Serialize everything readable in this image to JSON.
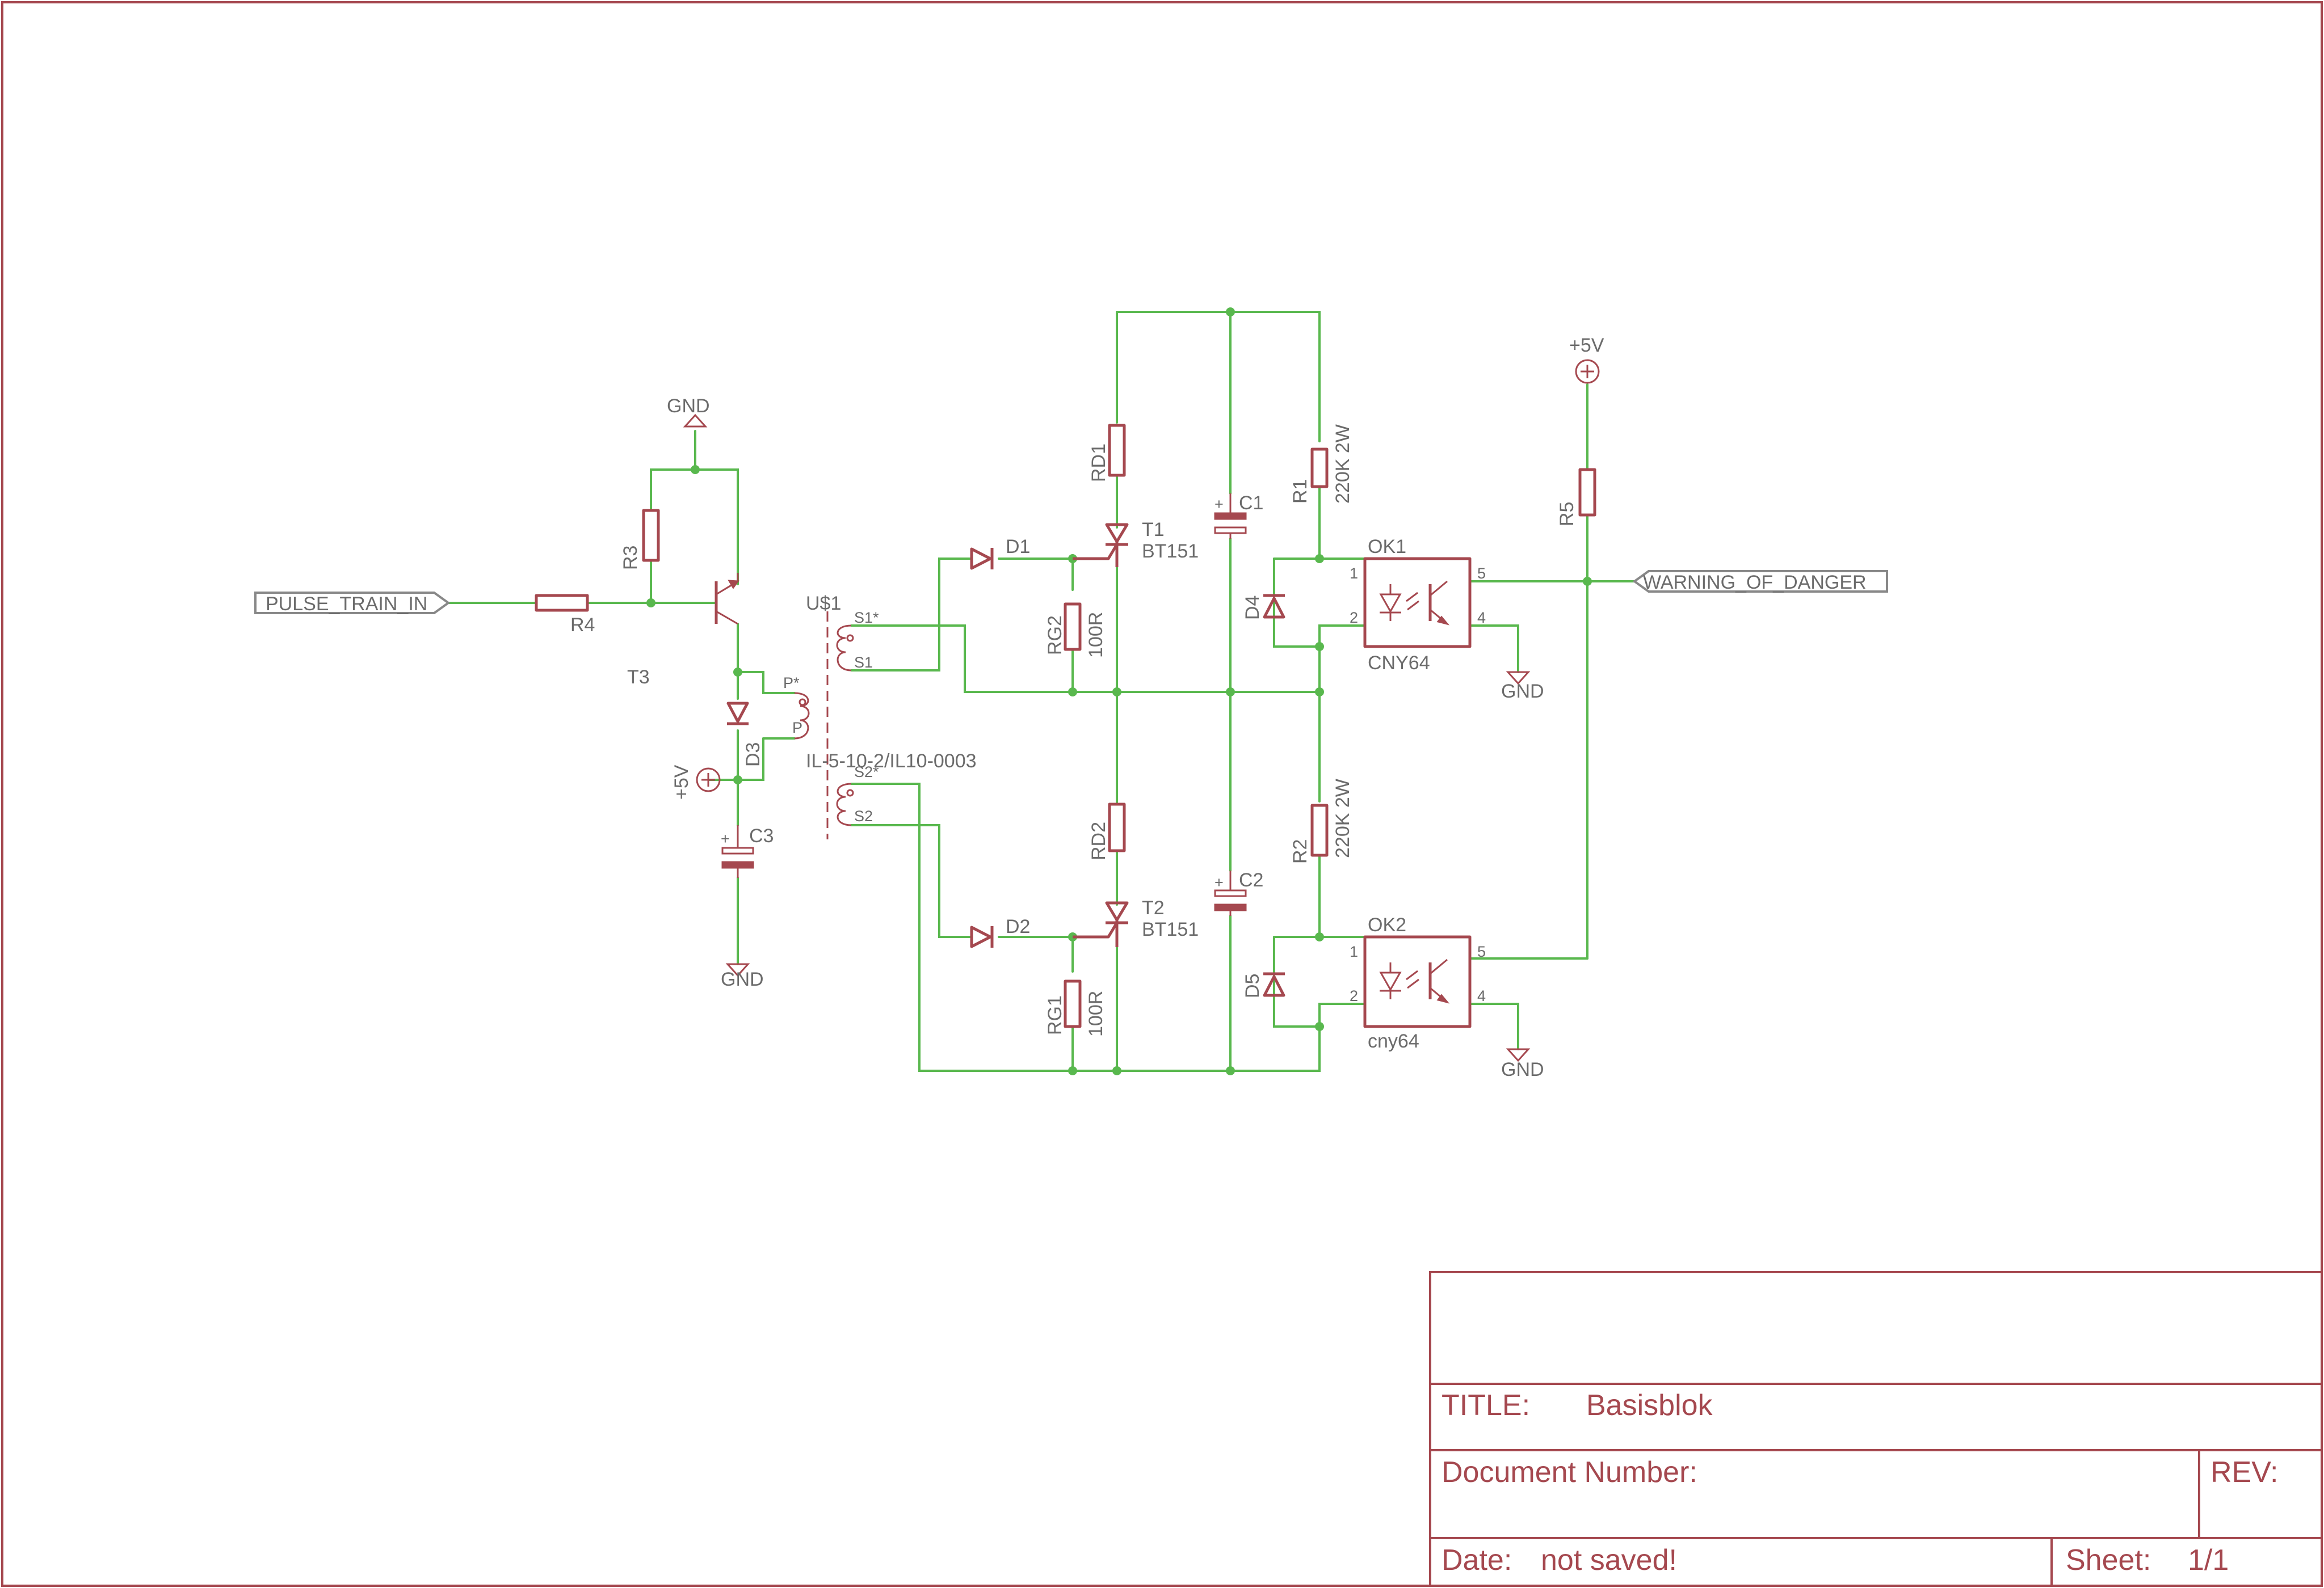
{
  "schematic": {
    "nets": {
      "pulse_in": "PULSE_TRAIN_IN",
      "warning": "WARNING_OF_DANGER",
      "gnd": "GND",
      "vcc": "+5V"
    },
    "components": {
      "R1": {
        "name": "R1",
        "value": "220K 2W"
      },
      "R2": {
        "name": "R2",
        "value": "220K 2W"
      },
      "R3": {
        "name": "R3"
      },
      "R4": {
        "name": "R4"
      },
      "R5": {
        "name": "R5"
      },
      "RD1": {
        "name": "RD1"
      },
      "RD2": {
        "name": "RD2"
      },
      "RG1": {
        "name": "RG1",
        "value": "100R"
      },
      "RG2": {
        "name": "RG2",
        "value": "100R"
      },
      "C1": {
        "name": "C1"
      },
      "C2": {
        "name": "C2"
      },
      "C3": {
        "name": "C3"
      },
      "D1": {
        "name": "D1"
      },
      "D2": {
        "name": "D2"
      },
      "D3": {
        "name": "D3"
      },
      "D4": {
        "name": "D4"
      },
      "D5": {
        "name": "D5"
      },
      "T1": {
        "name": "T1",
        "value": "BT151"
      },
      "T2": {
        "name": "T2",
        "value": "BT151"
      },
      "T3": {
        "name": "T3"
      },
      "U1": {
        "name": "U$1",
        "value": "IL-5-10-2/IL10-0003",
        "pins": {
          "s1star": "S1*",
          "s1": "S1",
          "pstar": "P*",
          "p": "P",
          "s2star": "S2*",
          "s2": "S2"
        }
      },
      "OK1": {
        "name": "OK1",
        "value": "CNY64",
        "pin1": "1",
        "pin2": "2",
        "pin4": "4",
        "pin5": "5"
      },
      "OK2": {
        "name": "OK2",
        "value": "cny64",
        "pin1": "1",
        "pin2": "2",
        "pin4": "4",
        "pin5": "5"
      },
      "plus_sign": "+"
    }
  },
  "title_block": {
    "title_label": "TITLE:",
    "title_value": "Basisblok",
    "doc_number_label": "Document Number:",
    "rev_label": "REV:",
    "date_label": "Date:",
    "date_value": "not saved!",
    "sheet_label": "Sheet:",
    "sheet_value": "1/1"
  },
  "colors": {
    "symbol": "#a5484f",
    "wire": "#59b84e",
    "text": "#6b6b6b"
  }
}
